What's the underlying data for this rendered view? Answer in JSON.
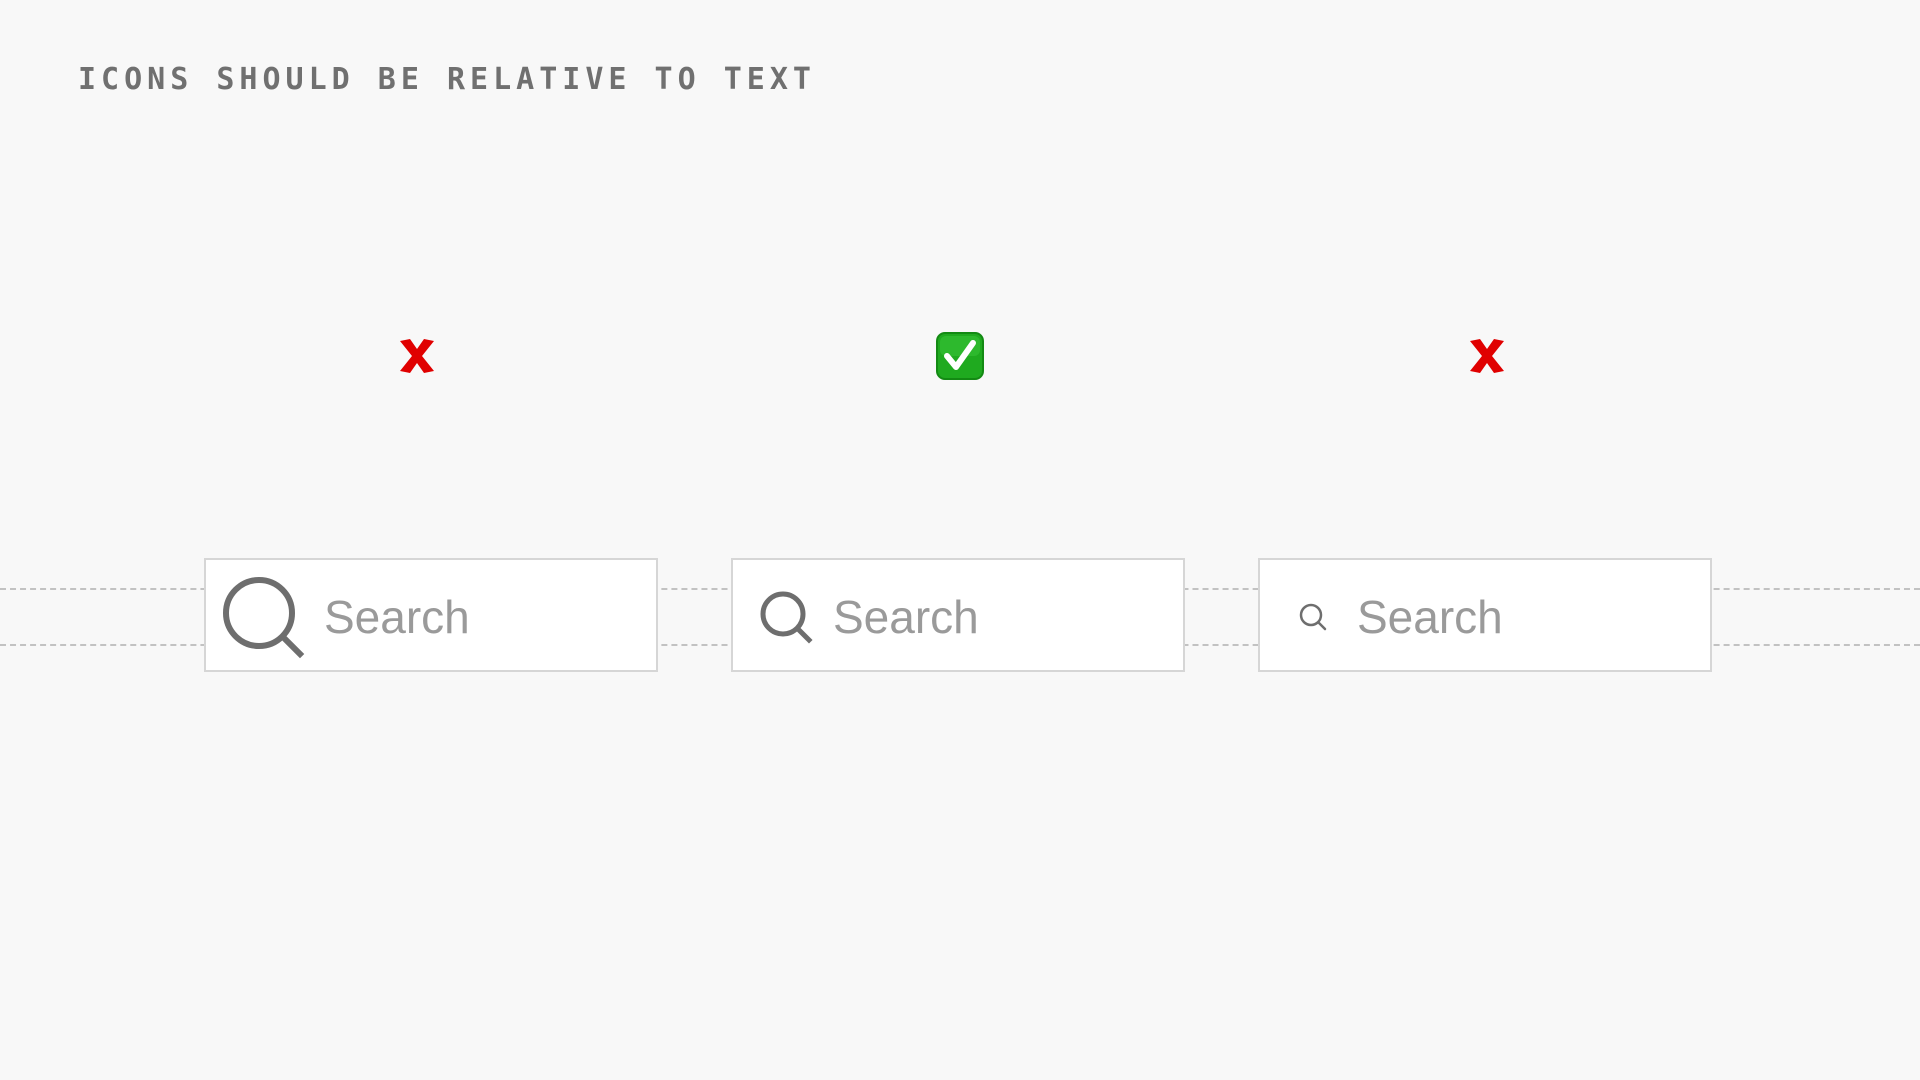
{
  "header": {
    "title": "ICONS SHOULD BE RELATIVE TO TEXT"
  },
  "examples": [
    {
      "verdict": "incorrect",
      "mark_icon": "cross-mark-icon",
      "search_icon": "search-icon",
      "icon_size": "too large",
      "placeholder": "Search"
    },
    {
      "verdict": "correct",
      "mark_icon": "check-mark-icon",
      "search_icon": "search-icon",
      "icon_size": "relative to text",
      "placeholder": "Search"
    },
    {
      "verdict": "incorrect",
      "mark_icon": "cross-mark-icon",
      "search_icon": "search-icon",
      "icon_size": "too small",
      "placeholder": "Search"
    }
  ],
  "colors": {
    "background": "#f8f8f8",
    "title": "#707070",
    "guide_line": "#c2c2c2",
    "box_border": "#d6d6d6",
    "icon": "#6e6e6e",
    "placeholder": "#9a9a9a",
    "cross": "#e00000",
    "check_bg": "#1faa1f"
  }
}
